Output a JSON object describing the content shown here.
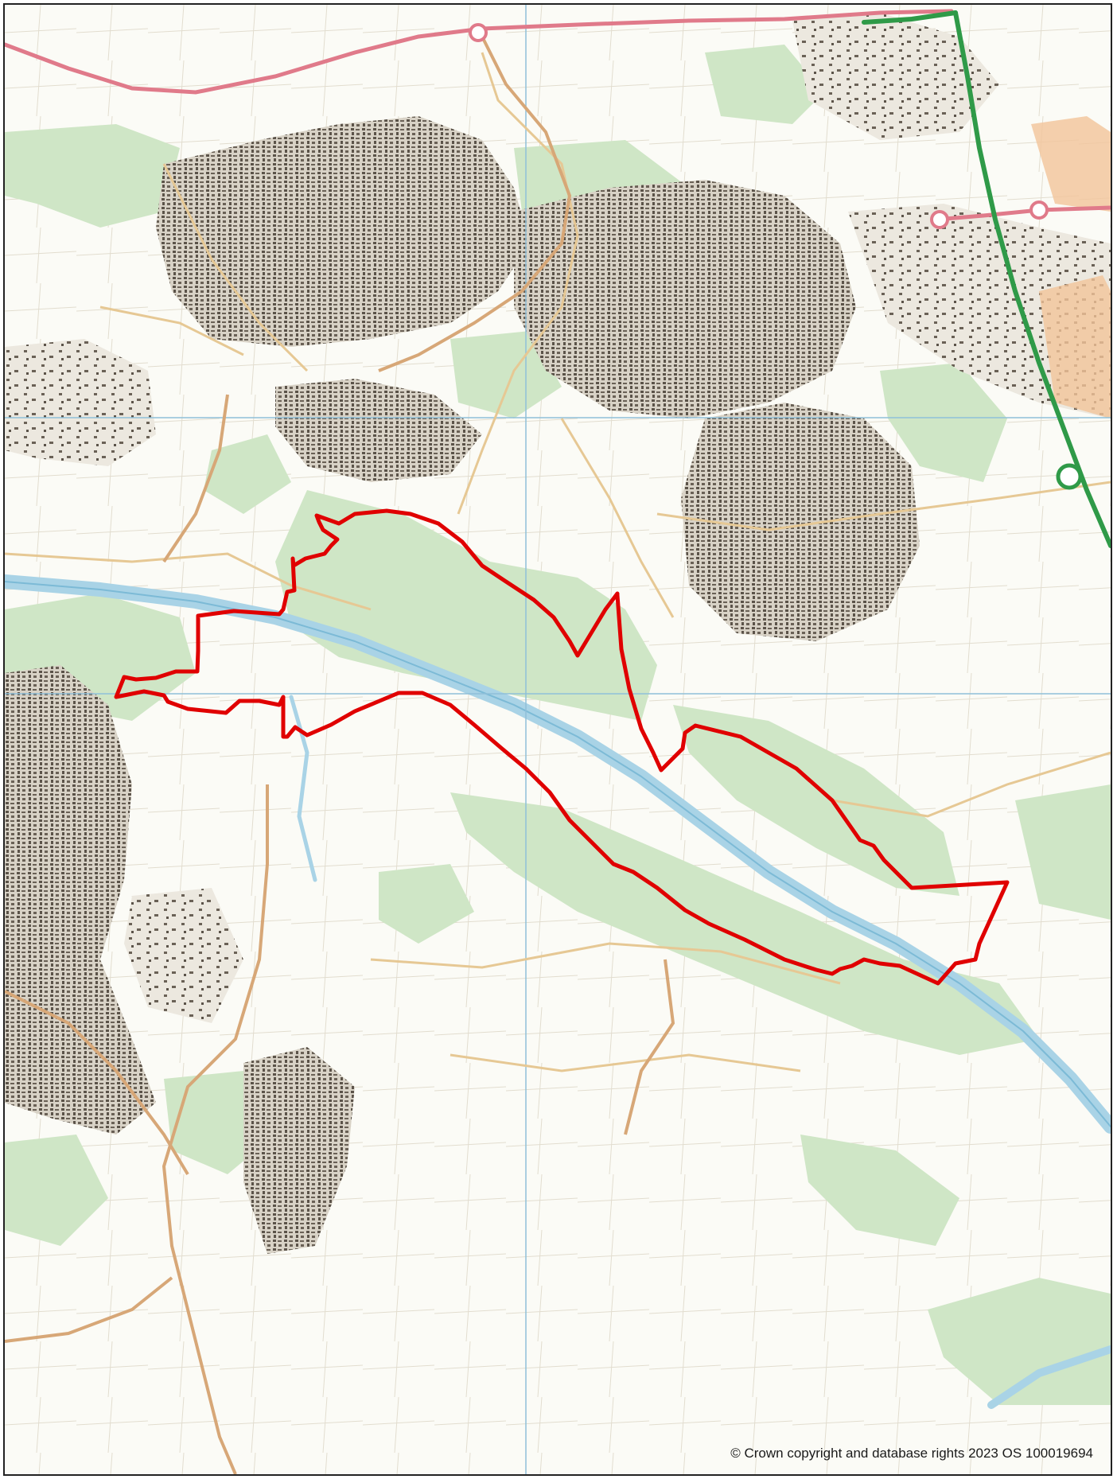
{
  "map": {
    "copyright": "© Crown copyright and database rights 2023 OS 100019694",
    "colors": {
      "background": "#fbfbf6",
      "woodland": "#cfe6c6",
      "river": "#a9d3e6",
      "urban": "#b9b3aa",
      "buildings": "#5b5349",
      "minor_road": "#e6c894",
      "b_road": "#d7a777",
      "a_road": "#e07a8a",
      "motorway": "#2f9a48",
      "industrial": "#f3c49a",
      "grid": "#8fc0d8",
      "boundary": "#e00000"
    },
    "features": [
      "woodland",
      "river",
      "urban-area",
      "roads",
      "motorway",
      "grid-lines",
      "site-boundary"
    ]
  }
}
